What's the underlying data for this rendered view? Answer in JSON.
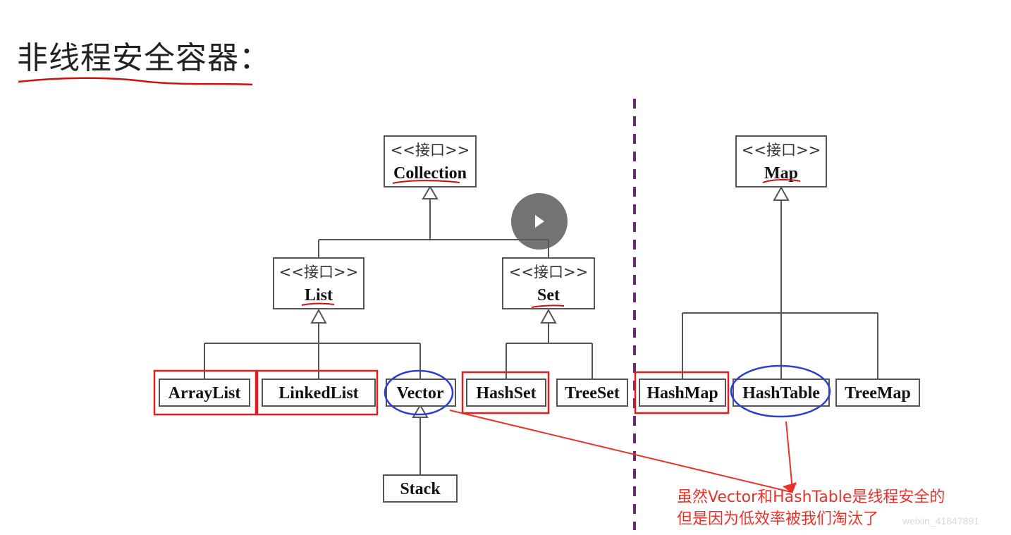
{
  "title": "非线程安全容器：",
  "collection_group": {
    "collection": {
      "stereotype": "<<接口>>",
      "name": "Collection"
    },
    "list": {
      "stereotype": "<<接口>>",
      "name": "List"
    },
    "set": {
      "stereotype": "<<接口>>",
      "name": "Set"
    },
    "list_impls": [
      "ArrayList",
      "LinkedList",
      "Vector"
    ],
    "set_impls": [
      "HashSet",
      "TreeSet"
    ],
    "vector_child": "Stack"
  },
  "map_group": {
    "map": {
      "stereotype": "<<接口>>",
      "name": "Map"
    },
    "map_impls": [
      "HashMap",
      "HashTable",
      "TreeMap"
    ]
  },
  "annotation": {
    "line1": "虽然Vector和HashTable是线程安全的",
    "line2": "但是因为低效率被我们淘汰了",
    "color": "#e8332a"
  },
  "watermark": "weixin_41847891",
  "colors": {
    "highlight_box": "#e02020",
    "circle": "#2a3fd0",
    "divider": "#6a2a72",
    "underline": "#cc1111"
  }
}
